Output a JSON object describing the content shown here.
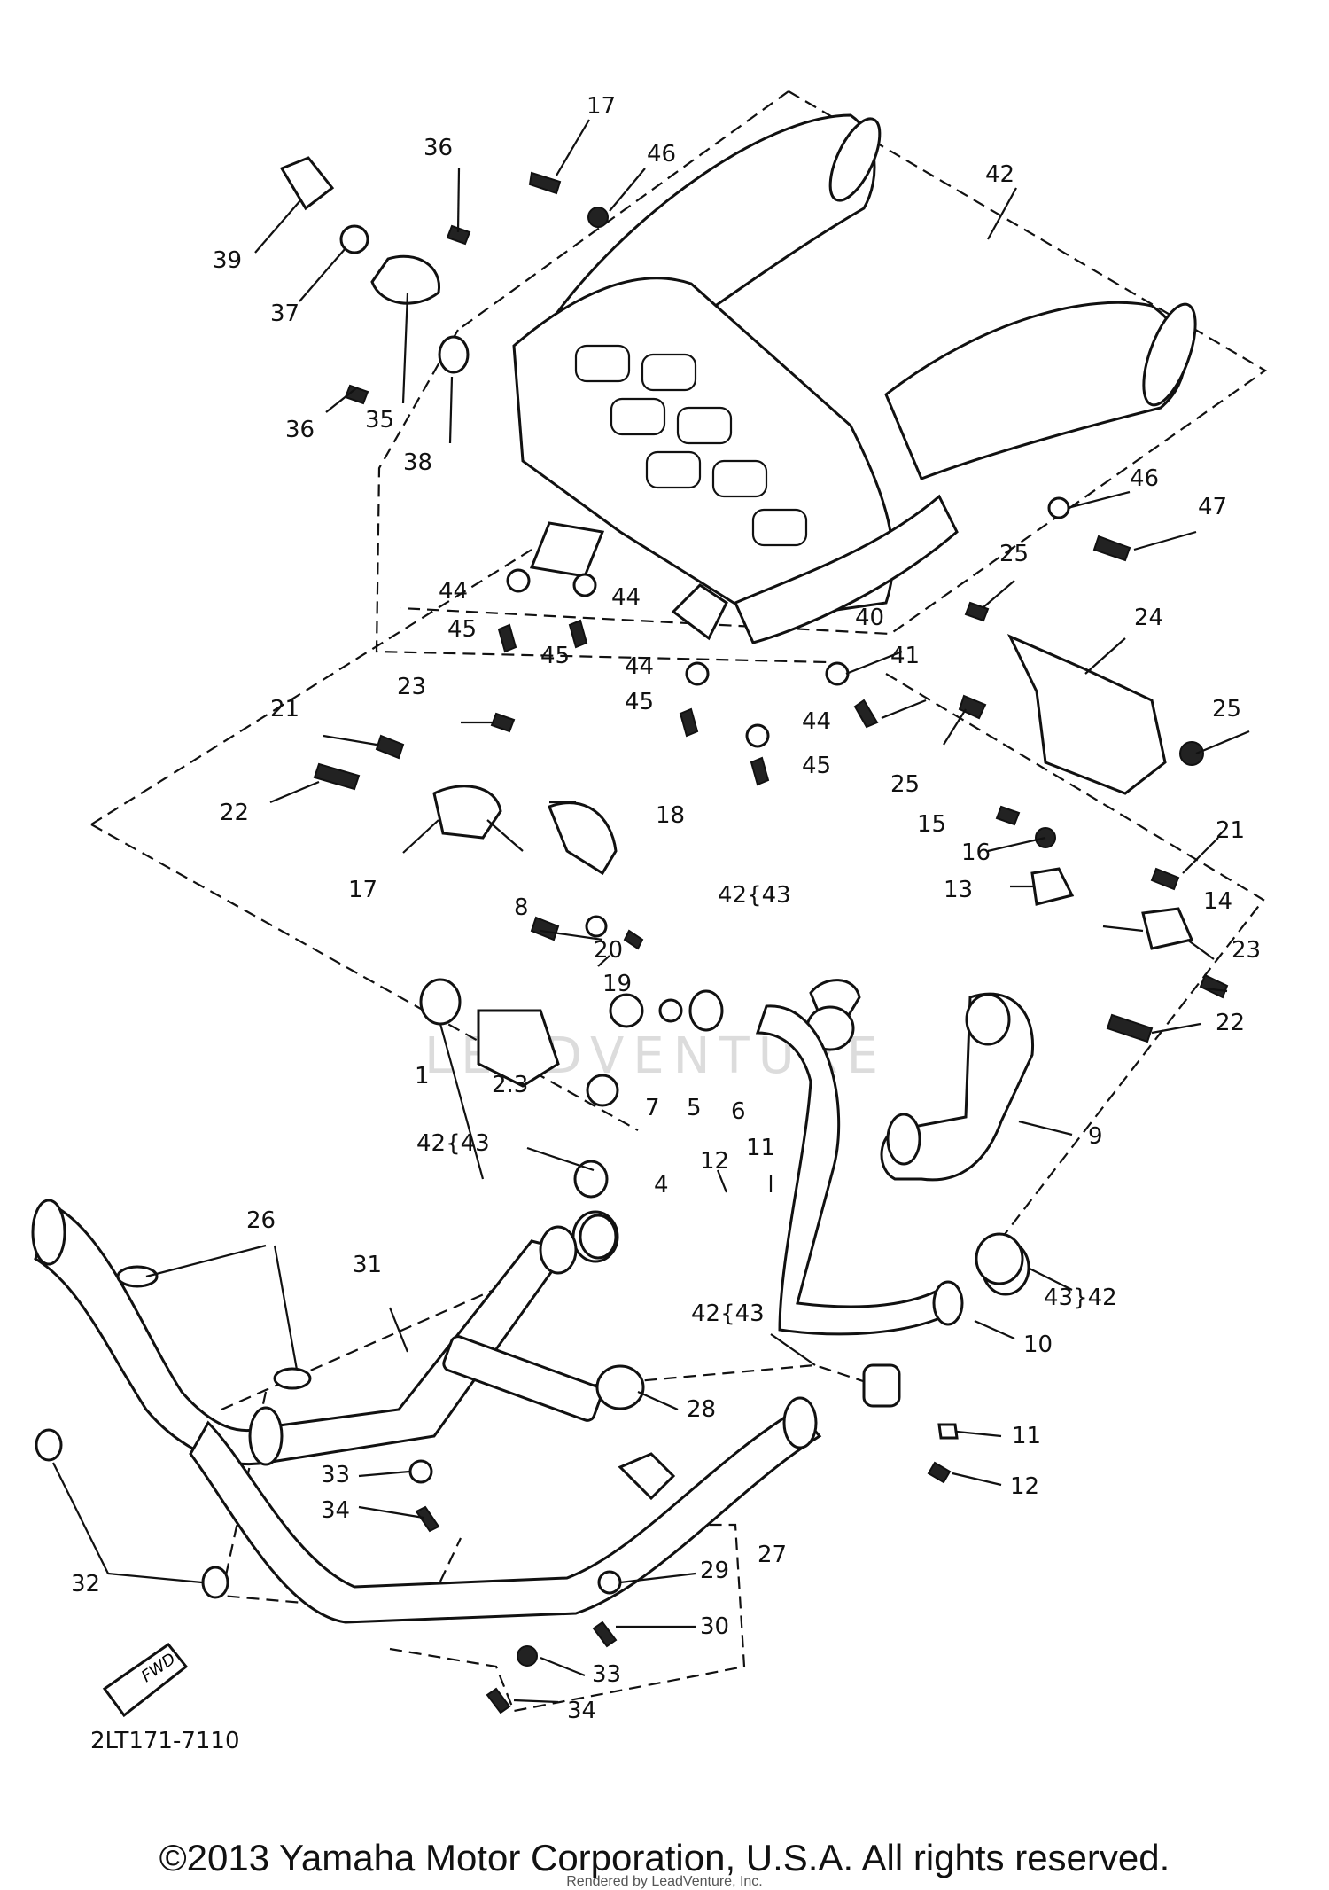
{
  "diagram": {
    "drawing_code": "2LT171-7110",
    "fwd_marker": "FWD",
    "watermark": "LEADVENTURE",
    "callouts": [
      {
        "id": "c-17",
        "text": "17"
      },
      {
        "id": "c-46a",
        "text": "46"
      },
      {
        "id": "c-36a",
        "text": "36"
      },
      {
        "id": "c-42a",
        "text": "42"
      },
      {
        "id": "c-39",
        "text": "39"
      },
      {
        "id": "c-37",
        "text": "37"
      },
      {
        "id": "c-36b",
        "text": "36"
      },
      {
        "id": "c-35",
        "text": "35"
      },
      {
        "id": "c-38",
        "text": "38"
      },
      {
        "id": "c-46b",
        "text": "46"
      },
      {
        "id": "c-47",
        "text": "47"
      },
      {
        "id": "c-25a",
        "text": "25"
      },
      {
        "id": "c-44a",
        "text": "44"
      },
      {
        "id": "c-44b",
        "text": "44"
      },
      {
        "id": "c-45a",
        "text": "45"
      },
      {
        "id": "c-45b",
        "text": "45"
      },
      {
        "id": "c-44c",
        "text": "44"
      },
      {
        "id": "c-45c",
        "text": "45"
      },
      {
        "id": "c-44d",
        "text": "44"
      },
      {
        "id": "c-45d",
        "text": "45"
      },
      {
        "id": "c-40",
        "text": "40"
      },
      {
        "id": "c-41",
        "text": "41"
      },
      {
        "id": "c-24",
        "text": "24"
      },
      {
        "id": "c-25b",
        "text": "25"
      },
      {
        "id": "c-25c",
        "text": "25"
      },
      {
        "id": "c-21a",
        "text": "21"
      },
      {
        "id": "c-23a",
        "text": "23"
      },
      {
        "id": "c-22a",
        "text": "22"
      },
      {
        "id": "c-18",
        "text": "18"
      },
      {
        "id": "c-17b",
        "text": "17"
      },
      {
        "id": "c-15",
        "text": "15"
      },
      {
        "id": "c-16",
        "text": "16"
      },
      {
        "id": "c-21b",
        "text": "21"
      },
      {
        "id": "c-13",
        "text": "13"
      },
      {
        "id": "c-14",
        "text": "14"
      },
      {
        "id": "c-23b",
        "text": "23"
      },
      {
        "id": "c-22b",
        "text": "22"
      },
      {
        "id": "c-8",
        "text": "8"
      },
      {
        "id": "c-20",
        "text": "20"
      },
      {
        "id": "c-19",
        "text": "19"
      },
      {
        "id": "c-4243a",
        "text": "42{43"
      },
      {
        "id": "c-1",
        "text": "1"
      },
      {
        "id": "c-23n",
        "text": "2.3"
      },
      {
        "id": "c-7",
        "text": "7"
      },
      {
        "id": "c-5",
        "text": "5"
      },
      {
        "id": "c-6",
        "text": "6"
      },
      {
        "id": "c-9",
        "text": "9"
      },
      {
        "id": "c-4243b",
        "text": "42{43"
      },
      {
        "id": "c-4",
        "text": "4"
      },
      {
        "id": "c-12a",
        "text": "12"
      },
      {
        "id": "c-11a",
        "text": "11"
      },
      {
        "id": "c-26",
        "text": "26"
      },
      {
        "id": "c-31",
        "text": "31"
      },
      {
        "id": "c-4342",
        "text": "43}42"
      },
      {
        "id": "c-10",
        "text": "10"
      },
      {
        "id": "c-4243c",
        "text": "42{43"
      },
      {
        "id": "c-28",
        "text": "28"
      },
      {
        "id": "c-11b",
        "text": "11"
      },
      {
        "id": "c-12b",
        "text": "12"
      },
      {
        "id": "c-33a",
        "text": "33"
      },
      {
        "id": "c-34a",
        "text": "34"
      },
      {
        "id": "c-32",
        "text": "32"
      },
      {
        "id": "c-27",
        "text": "27"
      },
      {
        "id": "c-29",
        "text": "29"
      },
      {
        "id": "c-30",
        "text": "30"
      },
      {
        "id": "c-33b",
        "text": "33"
      },
      {
        "id": "c-34b",
        "text": "34"
      }
    ]
  },
  "footer": {
    "copyright": "©2013 Yamaha Motor Corporation, U.S.A. All rights reserved.",
    "rendered_by": "Rendered by LeadVenture, Inc."
  }
}
